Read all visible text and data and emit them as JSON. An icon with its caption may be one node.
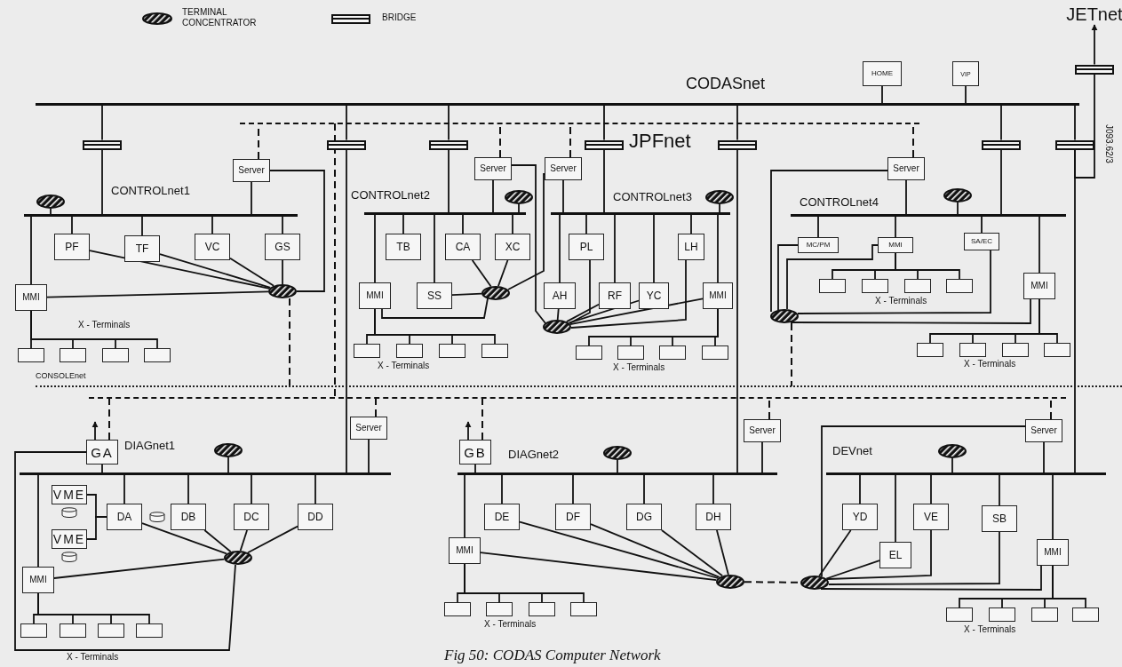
{
  "diagram": {
    "caption": "Fig 50: CODAS Computer Network",
    "nodes": [
      {
        "text": [
          "CODASnet"
        ]
      },
      {
        "text": [
          "JPFnet"
        ]
      },
      {
        "text": [
          "HOME"
        ]
      },
      {
        "text": [
          "VIP"
        ]
      },
      {
        "text": [],
        "shape": "box"
      },
      {
        "text": [
          "JETnet"
        ]
      },
      {
        "text": [],
        "shape": "box"
      },
      {
        "text": [],
        "shape": "box"
      },
      {
        "text": [],
        "shape": "box"
      },
      {
        "text": [],
        "shape": "box"
      },
      {
        "text": [],
        "shape": "box"
      },
      {
        "text": [],
        "shape": "box"
      },
      {
        "text": [],
        "shape": "box"
      },
      {
        "text": [
          "CONTROLnet1"
        ]
      },
      {
        "text": [
          "Server"
        ]
      },
      {
        "text": [],
        "shape": "ellipse"
      },
      {
        "text": [
          "PF"
        ]
      },
      {
        "text": [
          "TF"
        ]
      },
      {
        "text": [
          "VC"
        ]
      },
      {
        "text": [
          "GS"
        ]
      },
      {
        "text": [
          "MMI"
        ]
      },
      {
        "text": [],
        "shape": "ellipse"
      },
      {
        "text": [],
        "shape": "box"
      },
      {
        "text": [],
        "shape": "box"
      },
      {
        "text": [],
        "shape": "box"
      },
      {
        "text": [],
        "shape": "box"
      },
      {
        "text": [
          "CONTROLnet2"
        ]
      },
      {
        "text": [
          "Server"
        ]
      },
      {
        "text": [],
        "shape": "ellipse"
      },
      {
        "text": [
          "TB"
        ]
      },
      {
        "text": [
          "CA"
        ]
      },
      {
        "text": [
          "XC"
        ]
      },
      {
        "text": [
          "MMI"
        ]
      },
      {
        "text": [
          "SS"
        ]
      },
      {
        "text": [],
        "shape": "ellipse"
      },
      {
        "text": [],
        "shape": "box"
      },
      {
        "text": [],
        "shape": "box"
      },
      {
        "text": [],
        "shape": "box"
      },
      {
        "text": [],
        "shape": "box"
      },
      {
        "text": [
          "CONTROLnet3"
        ]
      },
      {
        "text": [
          "Server"
        ]
      },
      {
        "text": [],
        "shape": "ellipse"
      },
      {
        "text": [
          "PL"
        ]
      },
      {
        "text": [
          "LH"
        ]
      },
      {
        "text": [
          "AH"
        ]
      },
      {
        "text": [
          "RF"
        ]
      },
      {
        "text": [
          "YC"
        ]
      },
      {
        "text": [
          "MMI"
        ]
      },
      {
        "text": [],
        "shape": "ellipse"
      },
      {
        "text": [],
        "shape": "box"
      },
      {
        "text": [],
        "shape": "box"
      },
      {
        "text": [],
        "shape": "box"
      },
      {
        "text": [],
        "shape": "box"
      },
      {
        "text": [
          "CONTROLnet4"
        ]
      },
      {
        "text": [
          "Server"
        ]
      },
      {
        "text": [],
        "shape": "ellipse"
      },
      {
        "text": [
          "MC/PM"
        ]
      },
      {
        "text": [
          "MMI"
        ]
      },
      {
        "text": [
          "SA/EC"
        ]
      },
      {
        "text": [
          "MMI"
        ]
      },
      {
        "text": [],
        "shape": "ellipse"
      },
      {
        "text": [],
        "shape": "box"
      },
      {
        "text": [],
        "shape": "box"
      },
      {
        "text": [],
        "shape": "box"
      },
      {
        "text": [],
        "shape": "box"
      },
      {
        "text": [],
        "shape": "box"
      },
      {
        "text": [],
        "shape": "box"
      },
      {
        "text": [],
        "shape": "box"
      },
      {
        "text": [],
        "shape": "box"
      },
      {
        "text": [
          "CONSOLEnet"
        ]
      },
      {
        "text": [],
        "shape": "bar"
      },
      {
        "text": [
          "DIAGnet1"
        ]
      },
      {
        "text": [
          "GA"
        ]
      },
      {
        "text": [
          "Server"
        ]
      },
      {
        "text": [],
        "shape": "ellipse"
      },
      {
        "text": [
          "VME"
        ]
      },
      {
        "text": [
          "VME"
        ]
      },
      {
        "text": [
          "DA"
        ]
      },
      {
        "text": [
          "DB"
        ]
      },
      {
        "text": [
          "DC"
        ]
      },
      {
        "text": [
          "DD"
        ]
      },
      {
        "text": [
          "MMI"
        ]
      },
      {
        "text": [],
        "shape": "ellipse"
      },
      {
        "text": [],
        "shape": "box"
      },
      {
        "text": [],
        "shape": "box"
      },
      {
        "text": [],
        "shape": "box"
      },
      {
        "text": [],
        "shape": "box"
      },
      {
        "text": [
          "DIAGnet2"
        ]
      },
      {
        "text": [
          "GB"
        ]
      },
      {
        "text": [
          "Server"
        ]
      },
      {
        "text": [],
        "shape": "ellipse"
      },
      {
        "text": [
          "DE"
        ]
      },
      {
        "text": [
          "DF"
        ]
      },
      {
        "text": [
          "DG"
        ]
      },
      {
        "text": [
          "DH"
        ]
      },
      {
        "text": [
          "MMI"
        ]
      },
      {
        "text": [],
        "shape": "ellipse"
      },
      {
        "text": [],
        "shape": "box"
      },
      {
        "text": [],
        "shape": "box"
      },
      {
        "text": [],
        "shape": "box"
      },
      {
        "text": [],
        "shape": "box"
      },
      {
        "text": [
          "DEVnet"
        ]
      },
      {
        "text": [
          "Server"
        ]
      },
      {
        "text": [],
        "shape": "ellipse"
      },
      {
        "text": [
          "YD"
        ]
      },
      {
        "text": [
          "VE"
        ]
      },
      {
        "text": [
          "EL"
        ]
      },
      {
        "text": [
          "SB"
        ]
      },
      {
        "text": [
          "MMI"
        ]
      },
      {
        "text": [],
        "shape": "ellipse"
      },
      {
        "text": [],
        "shape": "box"
      },
      {
        "text": [],
        "shape": "box"
      },
      {
        "text": [],
        "shape": "box"
      },
      {
        "text": [],
        "shape": "box"
      }
    ],
    "edges": [
      {
        "from": 2,
        "to": 0,
        "arrow": "none"
      },
      {
        "from": 3,
        "to": 0,
        "arrow": "none"
      },
      {
        "from": 12,
        "to": 4,
        "arrow": "none"
      },
      {
        "from": 4,
        "to": 5,
        "arrow": "to"
      },
      {
        "from": 0,
        "to": 6,
        "arrow": "none"
      },
      {
        "from": 6,
        "to": 13,
        "arrow": "none"
      },
      {
        "from": 0,
        "to": 7,
        "arrow": "none"
      },
      {
        "from": 7,
        "to": 71,
        "arrow": "none"
      },
      {
        "from": 0,
        "to": 8,
        "arrow": "none"
      },
      {
        "from": 8,
        "to": 26,
        "arrow": "none"
      },
      {
        "from": 0,
        "to": 9,
        "arrow": "none"
      },
      {
        "from": 9,
        "to": 39,
        "arrow": "none"
      },
      {
        "from": 0,
        "to": 10,
        "arrow": "none"
      },
      {
        "from": 10,
        "to": 87,
        "arrow": "none"
      },
      {
        "from": 0,
        "to": 11,
        "arrow": "none"
      },
      {
        "from": 11,
        "to": 53,
        "arrow": "none"
      },
      {
        "from": 0,
        "to": 12,
        "arrow": "none"
      },
      {
        "from": 12,
        "to": 101,
        "arrow": "none"
      },
      {
        "from": 1,
        "to": 70,
        "arrow": "none",
        "style": "dashed"
      },
      {
        "from": 14,
        "to": 13,
        "arrow": "none"
      },
      {
        "from": 14,
        "to": 1,
        "arrow": "none",
        "style": "dashed"
      },
      {
        "from": 15,
        "to": 13,
        "arrow": "none"
      },
      {
        "from": 16,
        "to": 13,
        "arrow": "none"
      },
      {
        "from": 17,
        "to": 13,
        "arrow": "none"
      },
      {
        "from": 18,
        "to": 13,
        "arrow": "none"
      },
      {
        "from": 19,
        "to": 13,
        "arrow": "none"
      },
      {
        "from": 20,
        "to": 13,
        "arrow": "none"
      },
      {
        "from": 16,
        "to": 21,
        "arrow": "none"
      },
      {
        "from": 17,
        "to": 21,
        "arrow": "none"
      },
      {
        "from": 18,
        "to": 21,
        "arrow": "none"
      },
      {
        "from": 19,
        "to": 21,
        "arrow": "none"
      },
      {
        "from": 20,
        "to": 21,
        "arrow": "none"
      },
      {
        "from": 14,
        "to": 21,
        "arrow": "none"
      },
      {
        "from": 20,
        "to": 22,
        "arrow": "none"
      },
      {
        "from": 20,
        "to": 23,
        "arrow": "none"
      },
      {
        "from": 20,
        "to": 24,
        "arrow": "none"
      },
      {
        "from": 20,
        "to": 25,
        "arrow": "none"
      },
      {
        "from": 21,
        "to": 69,
        "arrow": "none",
        "style": "dashed"
      },
      {
        "from": 27,
        "to": 26,
        "arrow": "none"
      },
      {
        "from": 27,
        "to": 1,
        "arrow": "none",
        "style": "dashed"
      },
      {
        "from": 28,
        "to": 26,
        "arrow": "none"
      },
      {
        "from": 29,
        "to": 26,
        "arrow": "none"
      },
      {
        "from": 30,
        "to": 26,
        "arrow": "none"
      },
      {
        "from": 31,
        "to": 26,
        "arrow": "none"
      },
      {
        "from": 32,
        "to": 26,
        "arrow": "none"
      },
      {
        "from": 33,
        "to": 26,
        "arrow": "none"
      },
      {
        "from": 30,
        "to": 34,
        "arrow": "none"
      },
      {
        "from": 31,
        "to": 34,
        "arrow": "none"
      },
      {
        "from": 33,
        "to": 34,
        "arrow": "none"
      },
      {
        "from": 32,
        "to": 34,
        "arrow": "none"
      },
      {
        "from": 34,
        "to": 40,
        "arrow": "none"
      },
      {
        "from": 27,
        "to": 48,
        "arrow": "none"
      },
      {
        "from": 32,
        "to": 35,
        "arrow": "none"
      },
      {
        "from": 32,
        "to": 36,
        "arrow": "none"
      },
      {
        "from": 32,
        "to": 37,
        "arrow": "none"
      },
      {
        "from": 32,
        "to": 38,
        "arrow": "none"
      },
      {
        "from": 40,
        "to": 39,
        "arrow": "none"
      },
      {
        "from": 40,
        "to": 1,
        "arrow": "none",
        "style": "dashed"
      },
      {
        "from": 41,
        "to": 39,
        "arrow": "none"
      },
      {
        "from": 42,
        "to": 39,
        "arrow": "none"
      },
      {
        "from": 43,
        "to": 39,
        "arrow": "none"
      },
      {
        "from": 44,
        "to": 39,
        "arrow": "none"
      },
      {
        "from": 45,
        "to": 39,
        "arrow": "none"
      },
      {
        "from": 46,
        "to": 39,
        "arrow": "none"
      },
      {
        "from": 47,
        "to": 39,
        "arrow": "none"
      },
      {
        "from": 44,
        "to": 48,
        "arrow": "none"
      },
      {
        "from": 42,
        "to": 48,
        "arrow": "none"
      },
      {
        "from": 45,
        "to": 48,
        "arrow": "none"
      },
      {
        "from": 46,
        "to": 48,
        "arrow": "none"
      },
      {
        "from": 43,
        "to": 48,
        "arrow": "none"
      },
      {
        "from": 47,
        "to": 48,
        "arrow": "none"
      },
      {
        "from": 47,
        "to": 49,
        "arrow": "none"
      },
      {
        "from": 47,
        "to": 50,
        "arrow": "none"
      },
      {
        "from": 47,
        "to": 51,
        "arrow": "none"
      },
      {
        "from": 47,
        "to": 52,
        "arrow": "none"
      },
      {
        "from": 54,
        "to": 53,
        "arrow": "none"
      },
      {
        "from": 54,
        "to": 1,
        "arrow": "none",
        "style": "dashed"
      },
      {
        "from": 55,
        "to": 53,
        "arrow": "none"
      },
      {
        "from": 56,
        "to": 53,
        "arrow": "none"
      },
      {
        "from": 57,
        "to": 53,
        "arrow": "none"
      },
      {
        "from": 58,
        "to": 53,
        "arrow": "none"
      },
      {
        "from": 59,
        "to": 53,
        "arrow": "none"
      },
      {
        "from": 54,
        "to": 60,
        "arrow": "none"
      },
      {
        "from": 56,
        "to": 60,
        "arrow": "none"
      },
      {
        "from": 57,
        "to": 60,
        "arrow": "none"
      },
      {
        "from": 58,
        "to": 60,
        "arrow": "none"
      },
      {
        "from": 59,
        "to": 60,
        "arrow": "none"
      },
      {
        "from": 60,
        "to": 69,
        "arrow": "none",
        "style": "dashed"
      },
      {
        "from": 57,
        "to": 61,
        "arrow": "none"
      },
      {
        "from": 57,
        "to": 62,
        "arrow": "none"
      },
      {
        "from": 57,
        "to": 63,
        "arrow": "none"
      },
      {
        "from": 57,
        "to": 64,
        "arrow": "none"
      },
      {
        "from": 59,
        "to": 65,
        "arrow": "none"
      },
      {
        "from": 59,
        "to": 66,
        "arrow": "none"
      },
      {
        "from": 59,
        "to": 67,
        "arrow": "none"
      },
      {
        "from": 59,
        "to": 68,
        "arrow": "none"
      },
      {
        "from": 72,
        "to": 71,
        "arrow": "none"
      },
      {
        "from": 72,
        "to": null,
        "arrow": "to"
      },
      {
        "from": 72,
        "to": 70,
        "arrow": "none",
        "style": "dashed"
      },
      {
        "from": 73,
        "to": 71,
        "arrow": "none"
      },
      {
        "from": 73,
        "to": 70,
        "arrow": "none",
        "style": "dashed"
      },
      {
        "from": 74,
        "to": 71,
        "arrow": "none"
      },
      {
        "from": 77,
        "to": 71,
        "arrow": "none"
      },
      {
        "from": 78,
        "to": 71,
        "arrow": "none"
      },
      {
        "from": 79,
        "to": 71,
        "arrow": "none"
      },
      {
        "from": 80,
        "to": 71,
        "arrow": "none"
      },
      {
        "from": 81,
        "to": 71,
        "arrow": "none"
      },
      {
        "from": 75,
        "to": 77,
        "arrow": "none"
      },
      {
        "from": 76,
        "to": 77,
        "arrow": "none"
      },
      {
        "from": 77,
        "to": 82,
        "arrow": "none"
      },
      {
        "from": 78,
        "to": 82,
        "arrow": "none"
      },
      {
        "from": 79,
        "to": 82,
        "arrow": "none"
      },
      {
        "from": 80,
        "to": 82,
        "arrow": "none"
      },
      {
        "from": 81,
        "to": 82,
        "arrow": "none"
      },
      {
        "from": 72,
        "to": 82,
        "arrow": "none"
      },
      {
        "from": 81,
        "to": 83,
        "arrow": "none"
      },
      {
        "from": 81,
        "to": 84,
        "arrow": "none"
      },
      {
        "from": 81,
        "to": 85,
        "arrow": "none"
      },
      {
        "from": 81,
        "to": 86,
        "arrow": "none"
      },
      {
        "from": 88,
        "to": 87,
        "arrow": "none"
      },
      {
        "from": 88,
        "to": null,
        "arrow": "to"
      },
      {
        "from": 88,
        "to": 70,
        "arrow": "none",
        "style": "dashed"
      },
      {
        "from": 89,
        "to": 87,
        "arrow": "none"
      },
      {
        "from": 89,
        "to": 70,
        "arrow": "none",
        "style": "dashed"
      },
      {
        "from": 90,
        "to": 87,
        "arrow": "none"
      },
      {
        "from": 91,
        "to": 87,
        "arrow": "none"
      },
      {
        "from": 92,
        "to": 87,
        "arrow": "none"
      },
      {
        "from": 93,
        "to": 87,
        "arrow": "none"
      },
      {
        "from": 94,
        "to": 87,
        "arrow": "none"
      },
      {
        "from": 95,
        "to": 87,
        "arrow": "none"
      },
      {
        "from": 91,
        "to": 96,
        "arrow": "none"
      },
      {
        "from": 92,
        "to": 96,
        "arrow": "none"
      },
      {
        "from": 93,
        "to": 96,
        "arrow": "none"
      },
      {
        "from": 94,
        "to": 96,
        "arrow": "none"
      },
      {
        "from": 95,
        "to": 96,
        "arrow": "none"
      },
      {
        "from": 96,
        "to": 109,
        "arrow": "none",
        "style": "dashed"
      },
      {
        "from": 95,
        "to": 97,
        "arrow": "none"
      },
      {
        "from": 95,
        "to": 98,
        "arrow": "none"
      },
      {
        "from": 95,
        "to": 99,
        "arrow": "none"
      },
      {
        "from": 95,
        "to": 100,
        "arrow": "none"
      },
      {
        "from": 102,
        "to": 101,
        "arrow": "none"
      },
      {
        "from": 102,
        "to": 70,
        "arrow": "none",
        "style": "dashed"
      },
      {
        "from": 103,
        "to": 101,
        "arrow": "none"
      },
      {
        "from": 104,
        "to": 101,
        "arrow": "none"
      },
      {
        "from": 105,
        "to": 101,
        "arrow": "none"
      },
      {
        "from": 106,
        "to": 101,
        "arrow": "none"
      },
      {
        "from": 107,
        "to": 101,
        "arrow": "none"
      },
      {
        "from": 108,
        "to": 101,
        "arrow": "none"
      },
      {
        "from": 104,
        "to": 109,
        "arrow": "none"
      },
      {
        "from": 106,
        "to": 109,
        "arrow": "none"
      },
      {
        "from": 105,
        "to": 109,
        "arrow": "none"
      },
      {
        "from": 107,
        "to": 109,
        "arrow": "none"
      },
      {
        "from": 108,
        "to": 109,
        "arrow": "none"
      },
      {
        "from": 102,
        "to": 109,
        "arrow": "none"
      },
      {
        "from": 108,
        "to": 110,
        "arrow": "none"
      },
      {
        "from": 108,
        "to": 111,
        "arrow": "none"
      },
      {
        "from": 108,
        "to": 112,
        "arrow": "none"
      },
      {
        "from": 108,
        "to": 113,
        "arrow": "none"
      }
    ],
    "labels": [
      "J093.62/3",
      "X - Terminals",
      "X - Terminals",
      "X - Terminals",
      "X - Terminals",
      "X - Terminals",
      "X - Terminals",
      "X - Terminals",
      "X - Terminals"
    ],
    "legend": [
      {
        "text": "TERMINAL CONCENTRATOR"
      },
      {
        "text": "BRIDGE"
      }
    ]
  }
}
